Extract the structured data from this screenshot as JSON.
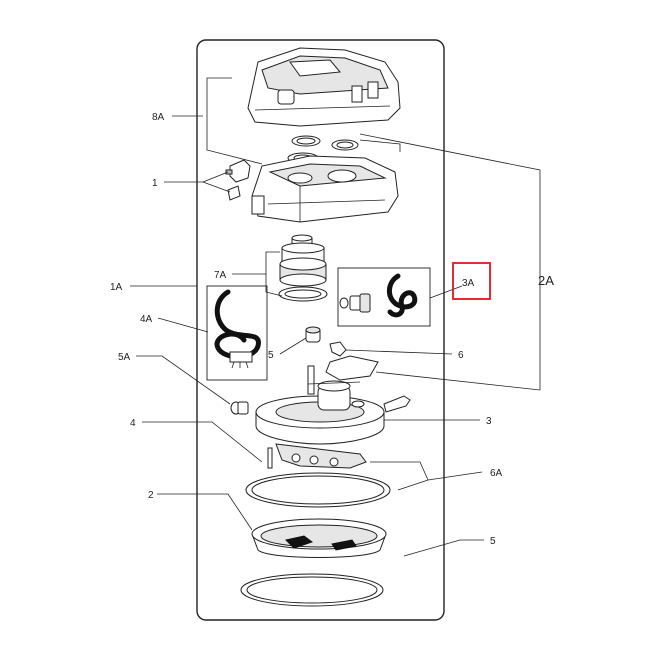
{
  "callouts": {
    "c8A": "8A",
    "c1": "1",
    "c1A": "1A",
    "c7A": "7A",
    "c4A": "4A",
    "c5A": "5A",
    "c5_left": "5",
    "c4": "4",
    "c2": "2",
    "c3A": "3A",
    "c2A": "2A",
    "c6": "6",
    "c3": "3",
    "c6A": "6A",
    "c5_right": "5"
  },
  "highlight": {
    "target": "3A",
    "color": "#e0161e"
  }
}
